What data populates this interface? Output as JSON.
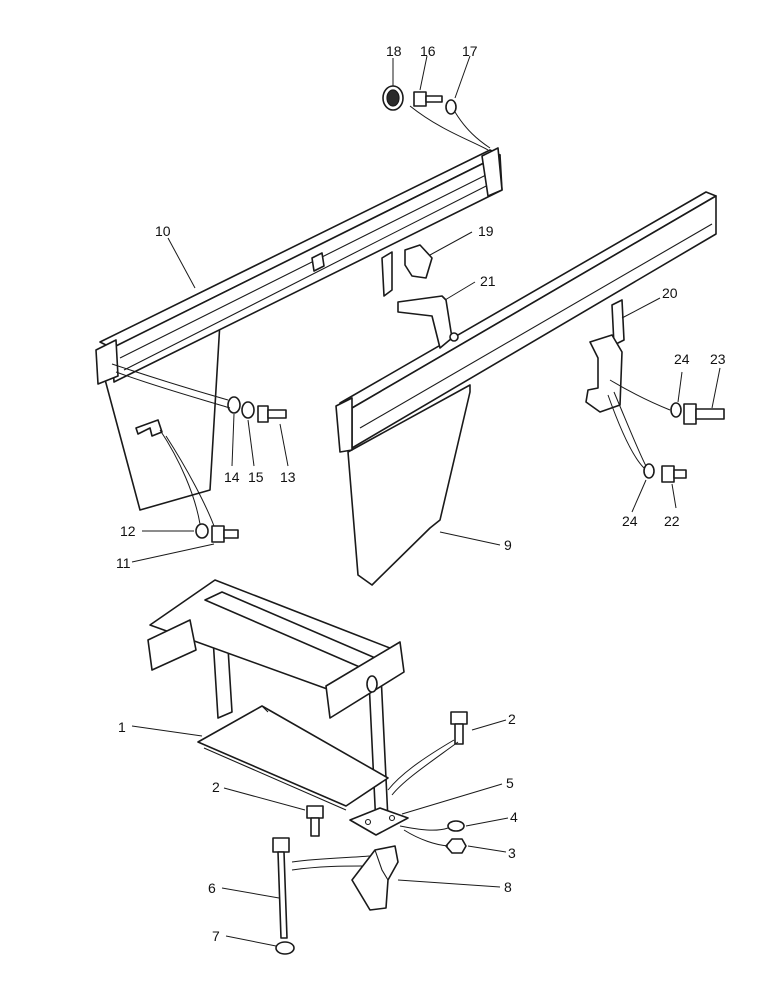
{
  "diagram": {
    "callouts": {
      "c1": "1",
      "c2a": "2",
      "c2b": "2",
      "c3": "3",
      "c4": "4",
      "c5": "5",
      "c6": "6",
      "c7": "7",
      "c8": "8",
      "c9": "9",
      "c10": "10",
      "c11": "11",
      "c12": "12",
      "c13": "13",
      "c14": "14",
      "c15": "15",
      "c16": "16",
      "c17": "17",
      "c18": "18",
      "c19": "19",
      "c20": "20",
      "c21": "21",
      "c22": "22",
      "c23": "23",
      "c24a": "24",
      "c24b": "24"
    }
  }
}
